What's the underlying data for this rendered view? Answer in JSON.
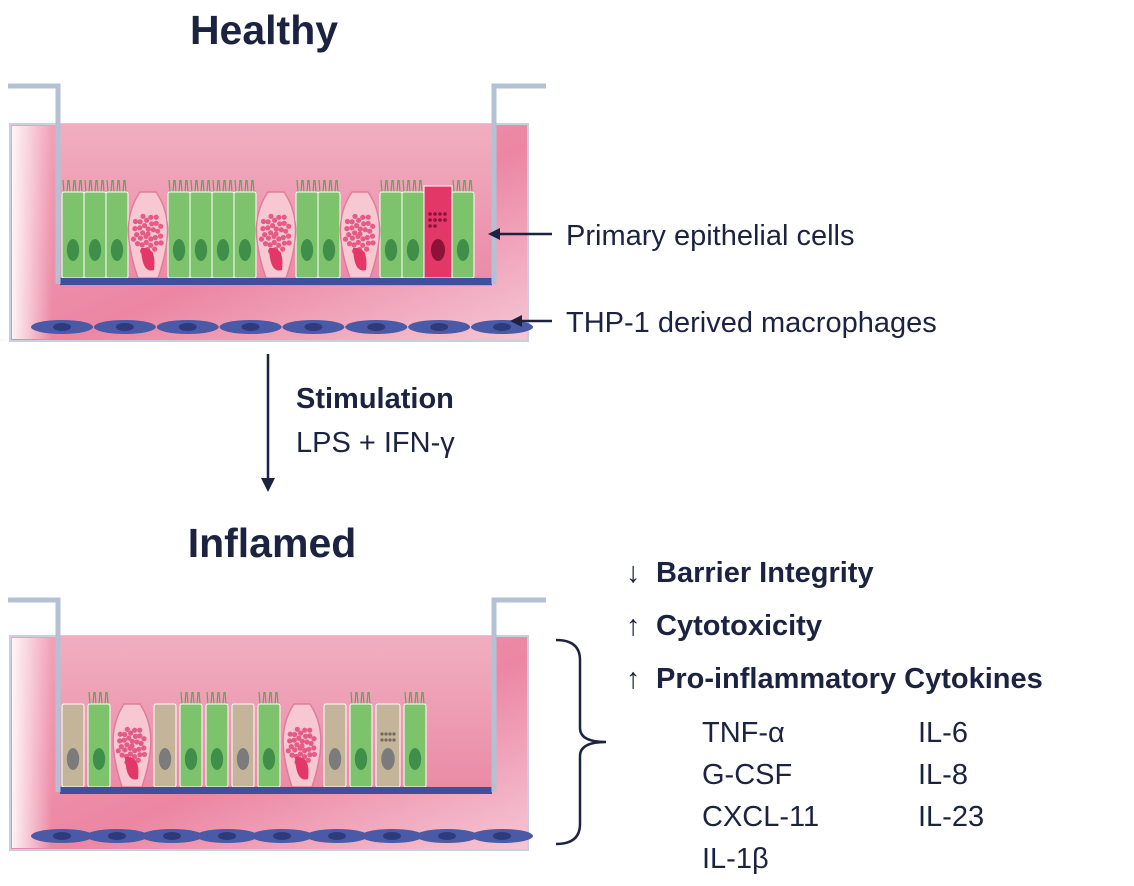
{
  "healthy": {
    "title": "Healthy",
    "epithelial_label": "Primary epithelial cells",
    "macrophage_label": "THP-1 derived macrophages"
  },
  "stimulation": {
    "title": "Stimulation",
    "agents": "LPS + IFN-γ"
  },
  "inflamed": {
    "title": "Inflamed",
    "effects": [
      {
        "arrow": "↓",
        "label": "Barrier Integrity"
      },
      {
        "arrow": "↑",
        "label": "Cytotoxicity"
      },
      {
        "arrow": "↑",
        "label": "Pro-inflammatory Cytokines"
      }
    ],
    "cytokines_left": [
      "TNF-α",
      "G-CSF",
      "CXCL-11",
      "IL-1β"
    ],
    "cytokines_right": [
      "IL-6",
      "IL-8",
      "IL-23"
    ]
  },
  "colors": {
    "medium": "#ee8aa6",
    "medium_light": "#f7c3d2",
    "insert_wall": "#b3c1d4",
    "membrane": "#3f4f9b",
    "epithelial_green": "#7cc36b",
    "nucleus_green": "#3f8f4a",
    "goblet": "#f7c8d2",
    "goblet_dots": "#e45b86",
    "crimson": "#e33768",
    "damaged": "#c4b49a",
    "nucleus_gray": "#7b7b7b",
    "macrophage": "#4a5aa6",
    "text": "#1c2340"
  }
}
